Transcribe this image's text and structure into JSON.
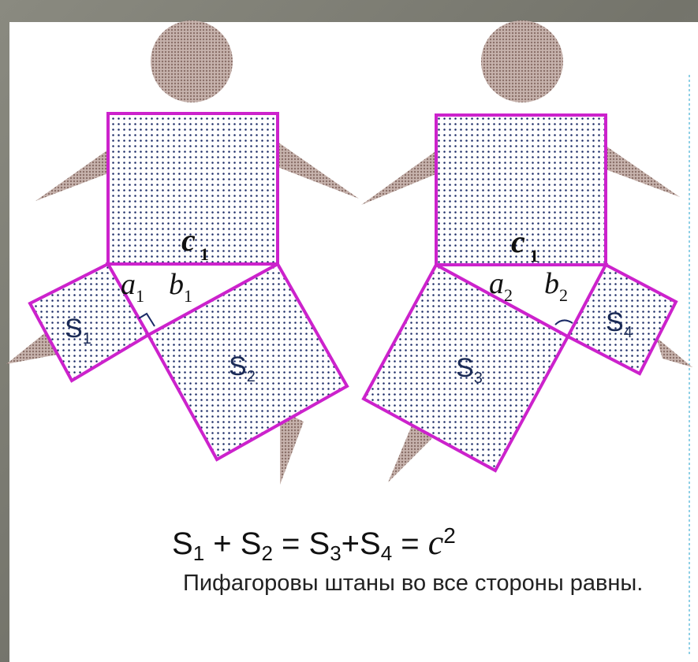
{
  "figure": {
    "left_figure": {
      "hyp_label": "c",
      "hyp_sub": "1",
      "leg_a_label": "a",
      "leg_a_sub": "1",
      "leg_b_label": "b",
      "leg_b_sub": "1",
      "square_a_label": "S",
      "square_a_sub": "1",
      "square_b_label": "S",
      "square_b_sub": "2"
    },
    "right_figure": {
      "hyp_label": "c",
      "hyp_sub": "1",
      "leg_a_label": "a",
      "leg_a_sub": "2",
      "leg_b_label": "b",
      "leg_b_sub": "2",
      "square_a_label": "S",
      "square_a_sub": "3",
      "square_b_label": "S",
      "square_b_sub": "4"
    },
    "colors": {
      "outline": "#cc22cc",
      "dots": "#1a2a66",
      "limbs": "#a89088",
      "head": "#b08c88",
      "frame": "#7f7f76"
    }
  },
  "formula": {
    "t1": "S",
    "s1": "1",
    "op1": " + ",
    "t2": "S",
    "s2": "2",
    "eq1": " = ",
    "t3": "S",
    "s3": "3",
    "op2": "+",
    "t4": "S",
    "s4": "4",
    "eq2": " = ",
    "c": "c",
    "exp": "2"
  },
  "caption": "Пифагоровы штаны во все стороны равны."
}
